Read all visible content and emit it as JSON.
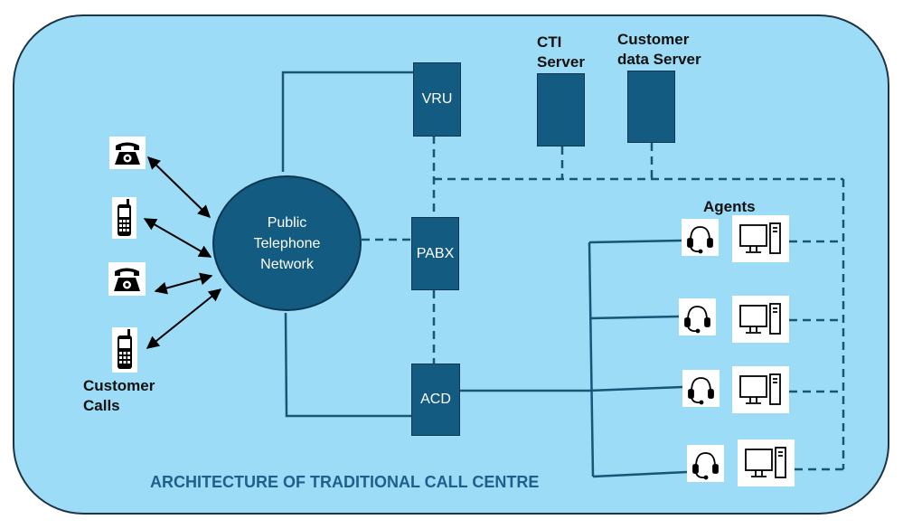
{
  "diagram": {
    "title": "ARCHITECTURE OF TRADITIONAL CALL CENTRE",
    "nodes": {
      "network": "Public Telephone Network",
      "vru": "VRU",
      "pabx": "PABX",
      "acd": "ACD",
      "cti": "CTI Server",
      "customer_data": "Customer data Server"
    },
    "labels": {
      "customer_calls": "Customer Calls",
      "agents": "Agents"
    },
    "icons": [
      "desk-phone-icon",
      "mobile-phone-icon",
      "headset-icon",
      "desktop-computer-icon"
    ],
    "colors": {
      "background": "#9ddcf6",
      "node_fill": "#135b81",
      "line": "#1a5577",
      "title": "#1f5f8b"
    }
  }
}
